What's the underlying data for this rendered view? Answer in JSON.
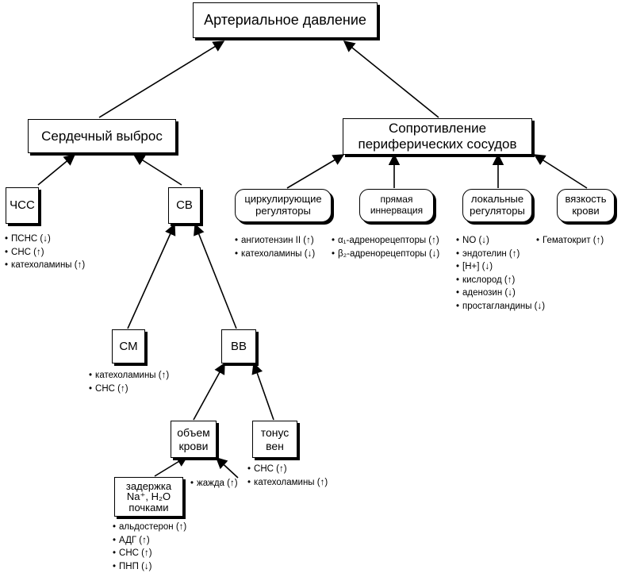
{
  "nodes": {
    "ap": "Артериальное давление",
    "co": "Сердечный выброс",
    "pr_line1": "Сопротивление",
    "pr_line2": "периферических сосудов",
    "hr": "ЧСС",
    "sv": "СВ",
    "circ_line1": "циркулирующие",
    "circ_line2": "регуляторы",
    "direct_line1": "прямая",
    "direct_line2": "иннервация",
    "local_line1": "локальные",
    "local_line2": "регуляторы",
    "visc_line1": "вязкость",
    "visc_line2": "крови",
    "cm": "СМ",
    "vv": "ВВ",
    "bv_line1": "объем",
    "bv_line2": "крови",
    "vt_line1": "тонус",
    "vt_line2": "вен",
    "na_line1": "задержка",
    "na_line2": "Na⁺, H₂O",
    "na_line3": "почками"
  },
  "lists": {
    "hr": [
      "ПСНС (↓)",
      "СНС (↑)",
      "катехоламины (↑)"
    ],
    "circ": [
      "ангиотензин II (↑)",
      "катехоламины (↓)"
    ],
    "direct": [
      "α₁-адренорецепторы (↑)",
      "β₂-адренорецепторы (↓)"
    ],
    "local": [
      "NO (↓)",
      "эндотелин (↑)",
      "[H+] (↓)",
      "кислород (↑)",
      "аденозин (↓)",
      "простагландины (↓)"
    ],
    "visc": [
      "Гематокрит (↑)"
    ],
    "cm": [
      "катехоламины (↑)",
      "СНС (↑)"
    ],
    "thirst": [
      "жажда (↑)"
    ],
    "vt": [
      "СНС (↑)",
      "катехоламины (↑)"
    ],
    "na": [
      "альдостерон (↑)",
      "АДГ (↑)",
      "СНС (↑)",
      "ПНП (↓)"
    ]
  }
}
